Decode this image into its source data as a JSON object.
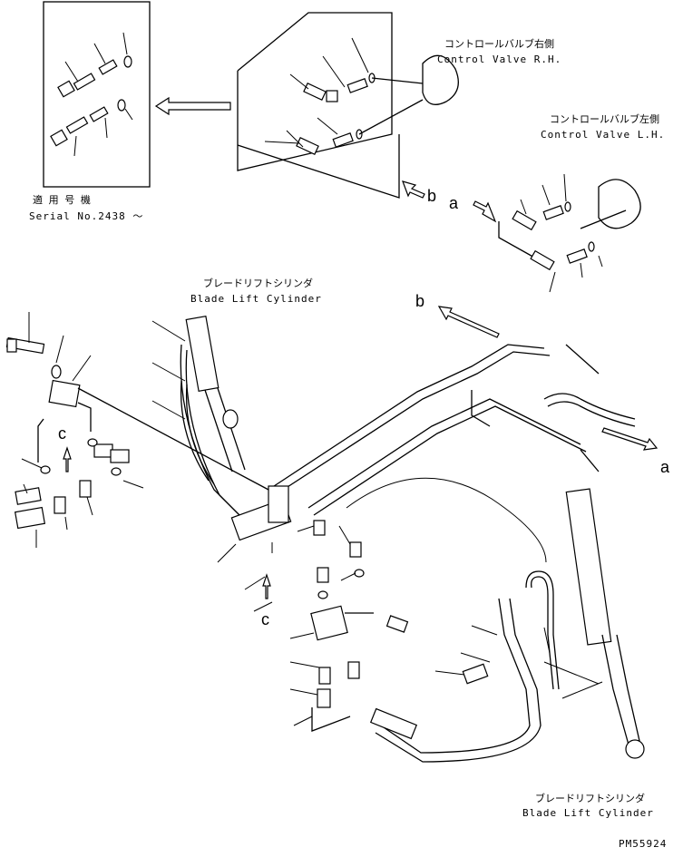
{
  "labels": {
    "inset_jp": "適 用 号 機",
    "inset_serial": "Serial No.2438 ～",
    "cv_rh_jp": "コントロールバルブ右側",
    "cv_rh_en": "Control Valve R.H.",
    "cv_lh_jp": "コントロールバルブ左側",
    "cv_lh_en": "Control Valve L.H.",
    "blc_top_jp": "ブレードリフトシリンダ",
    "blc_top_en": "Blade Lift Cylinder",
    "blc_bot_jp": "ブレードリフトシリンダ",
    "blc_bot_en": "Blade Lift Cylinder",
    "ref_a1": "a",
    "ref_b1": "b",
    "ref_b2": "b",
    "ref_a2": "a",
    "ref_c1": "c",
    "ref_c2": "c",
    "drawing_no": "PM55924"
  }
}
